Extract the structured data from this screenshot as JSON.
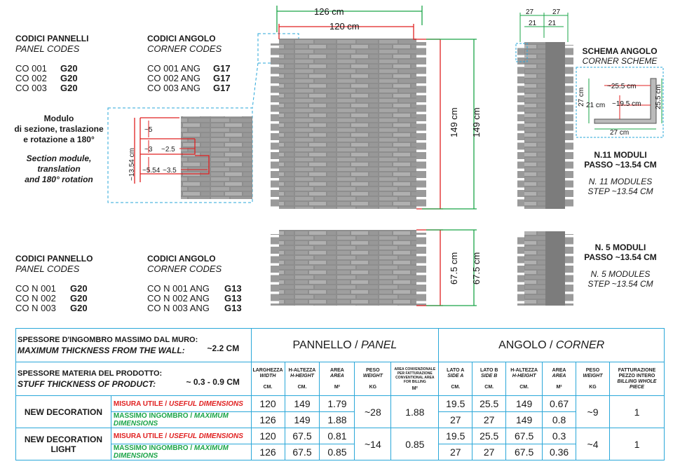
{
  "panel_codes_top": {
    "title": "CODICI PANNELLI",
    "subtitle": "PANEL CODES",
    "rows": [
      {
        "code": "CO 001",
        "grade": "G20"
      },
      {
        "code": "CO 002",
        "grade": "G20"
      },
      {
        "code": "CO 003",
        "grade": "G20"
      }
    ]
  },
  "corner_codes_top": {
    "title": "CODICI ANGOLO",
    "subtitle": "CORNER CODES",
    "rows": [
      {
        "code": "CO 001 ANG",
        "grade": "G17"
      },
      {
        "code": "CO 002 ANG",
        "grade": "G17"
      },
      {
        "code": "CO 003 ANG",
        "grade": "G17"
      }
    ]
  },
  "module_note": {
    "it_line1": "Modulo",
    "it_line2": "di sezione, traslazione",
    "it_line3": "e rotazione a 180°",
    "en_line1": "Section module,",
    "en_line2": "translation",
    "en_line3": "and 180° rotation"
  },
  "detail_dims": {
    "d5": "~5",
    "d3": "~3",
    "d25": "~2.5",
    "d554": "~5.54",
    "d35": "~3.5",
    "d1354": "~13.54 cm"
  },
  "panel_dims": {
    "w126": "126 cm",
    "w120": "120 cm",
    "h149a": "149 cm",
    "h149b": "149 cm",
    "h675a": "67.5 cm",
    "h675b": "67.5 cm"
  },
  "corner_dims": {
    "a27": "27",
    "b27": "27",
    "a21": "21",
    "b21": "21"
  },
  "corner_scheme": {
    "title": "SCHEMA ANGOLO",
    "subtitle": "CORNER SCHEME",
    "d255a": "~25.5 cm",
    "d195": "~19.5 cm",
    "d27v": "27 cm",
    "d21": "21 cm",
    "d255v": "25.5 cm",
    "d27h": "27 cm"
  },
  "modules_11": {
    "it1": "N.11 MODULI",
    "it2": "PASSO ~13.54 CM",
    "en1": "N. 11 MODULES",
    "en2": "STEP ~13.54 CM"
  },
  "modules_5": {
    "it1": "N. 5 MODULI",
    "it2": "PASSO ~13.54 CM",
    "en1": "N. 5 MODULES",
    "en2": "STEP ~13.54 CM"
  },
  "panel_codes_bottom": {
    "title": "CODICI PANNELLO",
    "subtitle": "PANEL CODES",
    "rows": [
      {
        "code": "CO N 001",
        "grade": "G20"
      },
      {
        "code": "CO N 002",
        "grade": "G20"
      },
      {
        "code": "CO N 003",
        "grade": "G20"
      }
    ]
  },
  "corner_codes_bottom": {
    "title": "CODICI ANGOLO",
    "subtitle": "CORNER CODES",
    "rows": [
      {
        "code": "CO N 001 ANG",
        "grade": "G13"
      },
      {
        "code": "CO N 002 ANG",
        "grade": "G13"
      },
      {
        "code": "CO N 003 ANG",
        "grade": "G13"
      }
    ]
  },
  "table": {
    "max_thick_it": "SPESSORE D'INGOMBRO MASSIMO DAL MURO:",
    "max_thick_en": "MAXIMUM THICKNESS FROM THE WALL:",
    "max_thick_val": "~2.2 CM",
    "stuff_it": "SPESSORE MATERIA DEL PRODOTTO:",
    "stuff_en": "STUFF THICKNESS OF PRODUCT:",
    "stuff_val": "~ 0.3 - 0.9  CM",
    "panel_head_a": "PANNELLO / ",
    "panel_head_b": "PANEL",
    "corner_head_a": "ANGOLO / ",
    "corner_head_b": "CORNER",
    "cols": [
      {
        "it": "LARGHEZZA",
        "en": "WIDTH",
        "unit": "CM."
      },
      {
        "it": "H-ALTEZZA",
        "en": "H-HEIGHT",
        "unit": "CM."
      },
      {
        "it": "AREA",
        "en": "AREA",
        "unit": "M²"
      },
      {
        "it": "PESO",
        "en": "WEIGHT",
        "unit": "KG"
      },
      {
        "it": "AREA CONVENZIONALE PER FATTURAZIONE",
        "en": "CONVENTIONAL AREA FOR BILLING",
        "unit": "M²"
      },
      {
        "it": "LATO A",
        "en": "SIDE A",
        "unit": "CM."
      },
      {
        "it": "LATO B",
        "en": "SIDE B",
        "unit": "CM."
      },
      {
        "it": "H-ALTEZZA",
        "en": "H-HEIGHT",
        "unit": "CM."
      },
      {
        "it": "AREA",
        "en": "AREA",
        "unit": "M²"
      },
      {
        "it": "PESO",
        "en": "WEIGHT",
        "unit": "KG"
      },
      {
        "it": "FATTURAZIONE PEZZO INTERO",
        "en": "BILLING WHOLE PIECE",
        "unit": ""
      }
    ],
    "useful_it": "MISURA UTILE / ",
    "useful_en": "USEFUL DIMENSIONS",
    "max_it": "MASSIMO INGOMBRO / ",
    "max_en": "MAXIMUM DIMENSIONS",
    "rows": [
      {
        "name": "NEW DECORATION",
        "useful": [
          "120",
          "149",
          "1.79"
        ],
        "max": [
          "126",
          "149",
          "1.88"
        ],
        "weight": "~28",
        "billing": "1.88",
        "c_useful": [
          "19.5",
          "25.5",
          "149",
          "0.67"
        ],
        "c_max": [
          "27",
          "27",
          "149",
          "0.8"
        ],
        "c_weight": "~9",
        "c_billing": "1"
      },
      {
        "name": "NEW DECORATION LIGHT",
        "useful": [
          "120",
          "67.5",
          "0.81"
        ],
        "max": [
          "126",
          "67.5",
          "0.85"
        ],
        "weight": "~14",
        "billing": "0.85",
        "c_useful": [
          "19.5",
          "25.5",
          "67.5",
          "0.3"
        ],
        "c_max": [
          "27",
          "27",
          "67.5",
          "0.36"
        ],
        "c_weight": "~4",
        "c_billing": "1"
      }
    ]
  }
}
